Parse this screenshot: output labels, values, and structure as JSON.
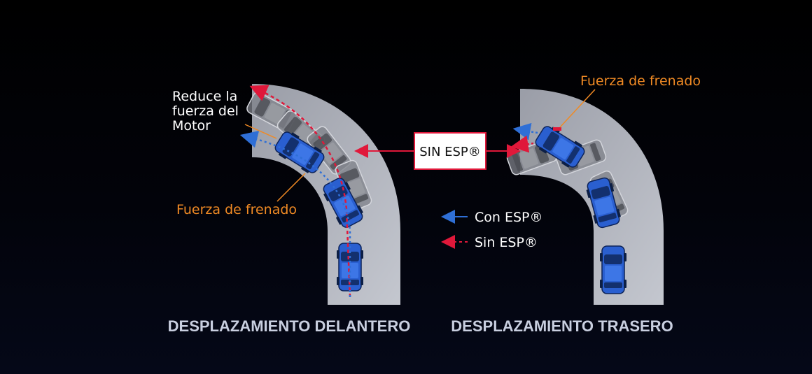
{
  "diagram": {
    "left_scenario": {
      "caption": "DESPLAZAMIENTO DELANTERO",
      "engine_label_lines": [
        "Reduce la",
        "fuerza del",
        "Motor"
      ],
      "braking_label": "Fuerza de frenado"
    },
    "right_scenario": {
      "caption": "DESPLAZAMIENTO TRASERO",
      "braking_label": "Fuerza de frenado"
    },
    "center_box": {
      "label": "SIN ESP®"
    },
    "legend": {
      "items": [
        {
          "label": "Con ESP®",
          "style": "solid",
          "color": "#2f6fd6"
        },
        {
          "label": "Sin ESP®",
          "style": "dashed",
          "color": "#e0183a"
        }
      ]
    },
    "colors": {
      "road": "#b9bcc6",
      "car_esp": "#2a5fd0",
      "car_ghost": "#8d8f96",
      "arrow_red": "#e0183a",
      "arrow_blue": "#2f6fd6",
      "label_orange": "#f08a24",
      "label_white": "#ffffff",
      "caption_color": "#c9cfe0"
    }
  }
}
